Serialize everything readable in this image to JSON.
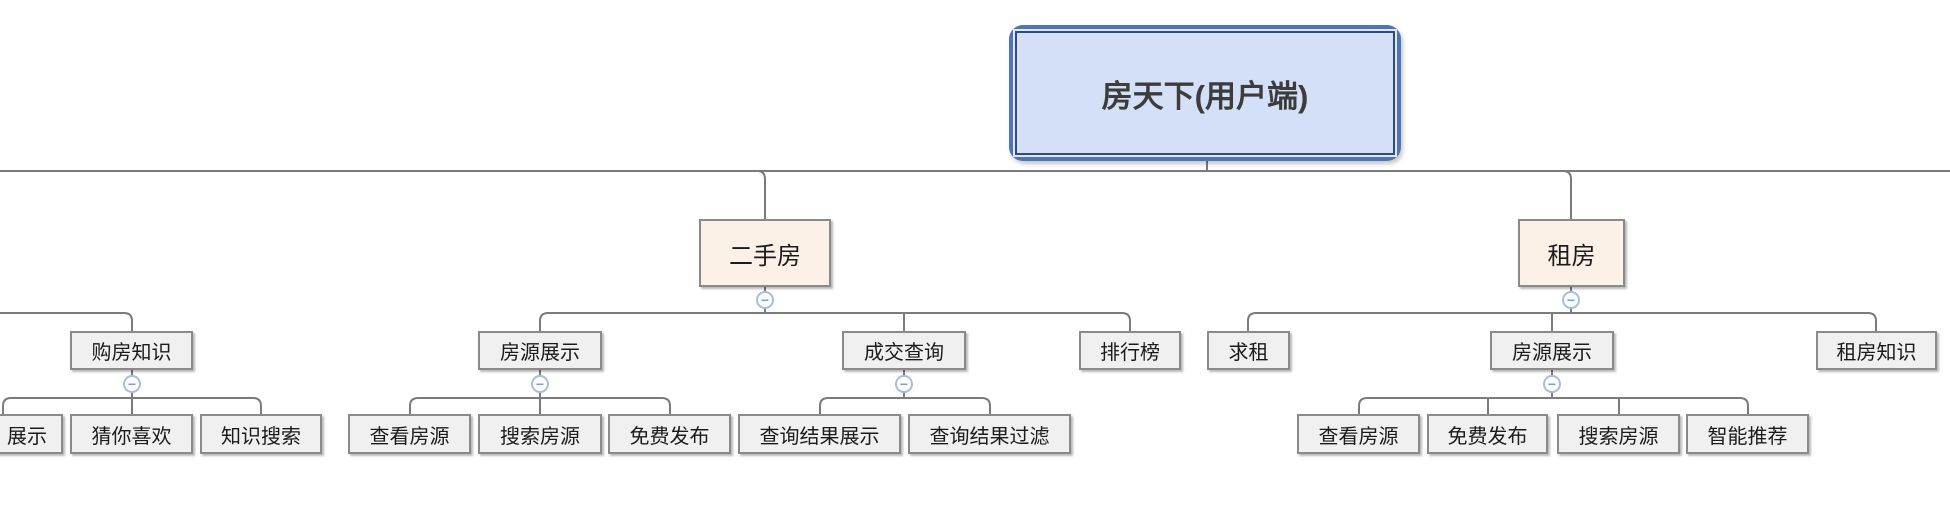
{
  "colors": {
    "root_fill": "#d3e0f7",
    "root_border_outer": "#4f74b7",
    "root_border_inner": "#2e4b80",
    "branch_fill": "#fcf1e6",
    "leaf_fill": "#f0f0f0",
    "node_border": "#8a8a8a",
    "connector_line": "#7b7b7b",
    "collapse_ring": "#aabdd9",
    "collapse_fill": "#fafcfe",
    "collapse_glyph_color": "#8b9dbd"
  },
  "icons": {
    "collapse": "−"
  },
  "tree": {
    "root": {
      "label": "房天下(用户端)"
    },
    "partial_left_branch": {
      "parent": {
        "label": "购房知识"
      },
      "children": [
        {
          "label": "展示"
        },
        {
          "label": "猜你喜欢"
        },
        {
          "label": "知识搜索"
        }
      ]
    },
    "second_hand": {
      "parent": {
        "label": "二手房"
      },
      "children": [
        {
          "label": "房源展示",
          "children": [
            {
              "label": "查看房源"
            },
            {
              "label": "搜索房源"
            },
            {
              "label": "免费发布"
            }
          ]
        },
        {
          "label": "成交查询",
          "children": [
            {
              "label": "查询结果展示"
            },
            {
              "label": "查询结果过滤"
            }
          ]
        },
        {
          "label": "排行榜"
        }
      ]
    },
    "rent": {
      "parent": {
        "label": "租房"
      },
      "children": [
        {
          "label": "求租"
        },
        {
          "label": "房源展示",
          "children": [
            {
              "label": "查看房源"
            },
            {
              "label": "免费发布"
            },
            {
              "label": "搜索房源"
            },
            {
              "label": "智能推荐"
            }
          ]
        },
        {
          "label": "租房知识"
        }
      ]
    }
  }
}
